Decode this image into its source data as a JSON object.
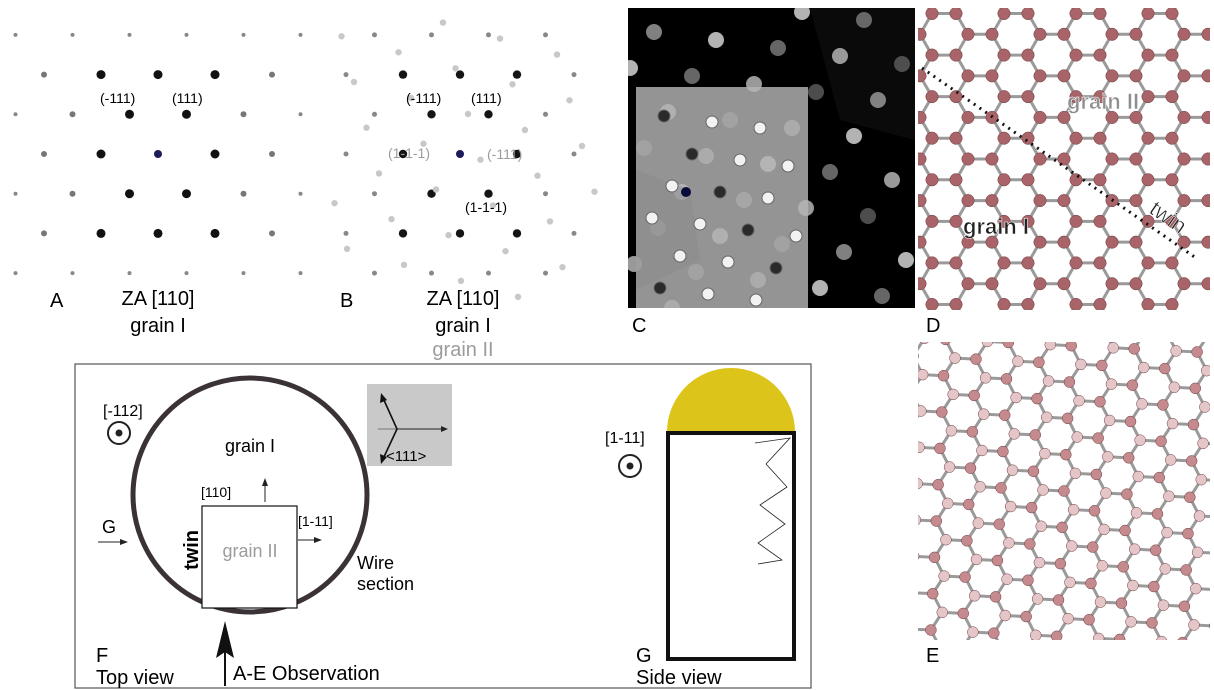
{
  "panelA": {
    "letter": "A",
    "za": "ZA [110]",
    "grain": "grain I",
    "labels": [
      "(-111)",
      "(111)"
    ]
  },
  "panelB": {
    "letter": "B",
    "za": "ZA [110]",
    "grain1": "grain I",
    "grain2": "grain II",
    "labels_dark": [
      "(-111)",
      "(111)",
      "(1-1-1)"
    ],
    "labels_light": [
      "(1-1-1)",
      "(-111)"
    ]
  },
  "panelC": {
    "letter": "C"
  },
  "panelD": {
    "letter": "D",
    "grain1": "grain I",
    "grain2": "grain II",
    "twin": "twin"
  },
  "panelE": {
    "letter": "E"
  },
  "panelF": {
    "letter": "F",
    "caption": "Top view",
    "dir_m112": "[-112]",
    "grain1": "grain I",
    "grain2": "grain II",
    "dir_110": "[110]",
    "dir_1m11": "[1-11]",
    "twin": "twin",
    "g_label": "G",
    "wire1": "Wire",
    "wire2": "section",
    "inset_label": "<111>",
    "observation": "A-E Observation"
  },
  "panelG": {
    "letter": "G",
    "caption": "Side view",
    "dir_1m11": "[1-11]"
  },
  "colors": {
    "gold": "#dcc41a",
    "atom": "#a86468",
    "atom_light": "#d6b2b4",
    "bond": "#9a9a9a",
    "grain2_text": "#9c9c9c",
    "inset_bg": "#c9c9c9"
  }
}
